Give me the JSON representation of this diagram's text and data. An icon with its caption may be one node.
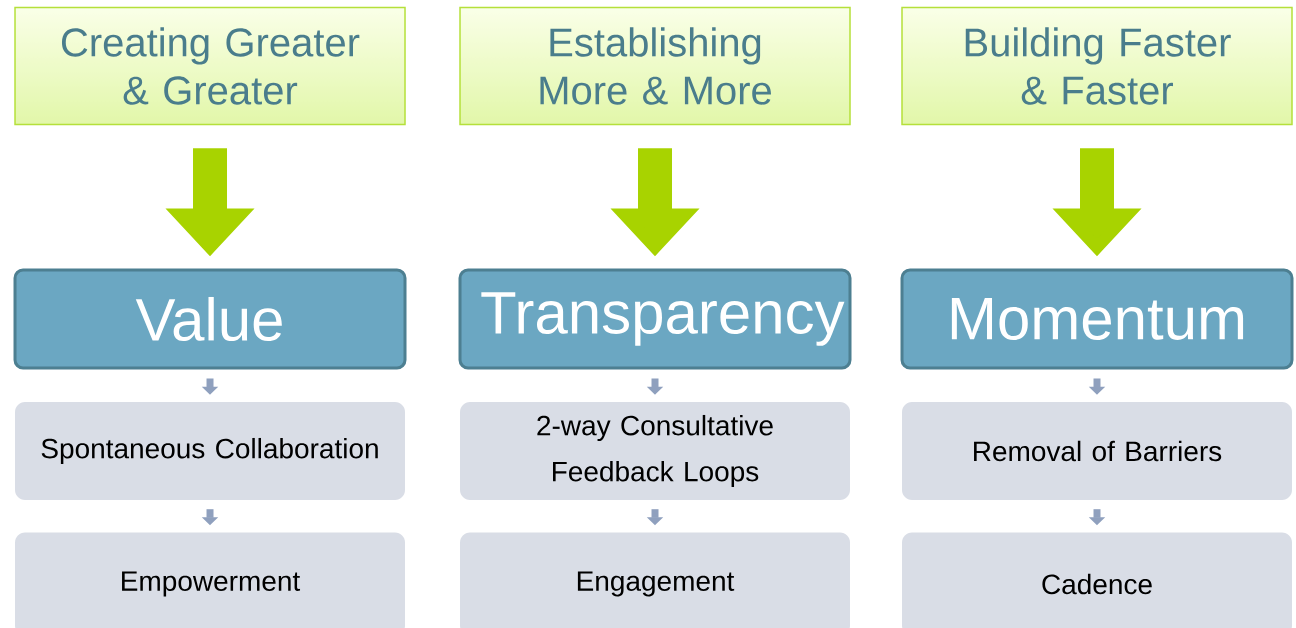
{
  "diagram": {
    "nodes": [
      {
        "text": [
          "Creating Greater & Greater"
        ]
      },
      {
        "text": [
          "Establishing More & More"
        ]
      },
      {
        "text": [
          "Building Faster & Faster"
        ]
      },
      {
        "text": [
          "Value"
        ]
      },
      {
        "text": [
          "Transparency"
        ]
      },
      {
        "text": [
          "Momentum"
        ]
      },
      {
        "text": [
          "Spontaneous Collaboration"
        ]
      },
      {
        "text": [
          "Empowerment"
        ]
      },
      {
        "text": [
          "2-way Consultative Feedback Loops"
        ]
      },
      {
        "text": [
          "Engagement"
        ]
      },
      {
        "text": [
          "Removal of Barriers"
        ]
      },
      {
        "text": [
          "Cadence"
        ]
      }
    ],
    "edges": [
      {
        "from": 0,
        "to": 3,
        "arrow": "to",
        "style": "thick",
        "color": "#a8d300"
      },
      {
        "from": 1,
        "to": 4,
        "arrow": "to",
        "style": "thick",
        "color": "#a8d300"
      },
      {
        "from": 2,
        "to": 5,
        "arrow": "to",
        "style": "thick",
        "color": "#a8d300"
      },
      {
        "from": 3,
        "to": 6,
        "arrow": "to"
      },
      {
        "from": 6,
        "to": 7,
        "arrow": "to"
      },
      {
        "from": 4,
        "to": 8,
        "arrow": "to"
      },
      {
        "from": 8,
        "to": 9,
        "arrow": "to"
      },
      {
        "from": 5,
        "to": 10,
        "arrow": "to"
      },
      {
        "from": 10,
        "to": 11,
        "arrow": "to"
      }
    ]
  }
}
